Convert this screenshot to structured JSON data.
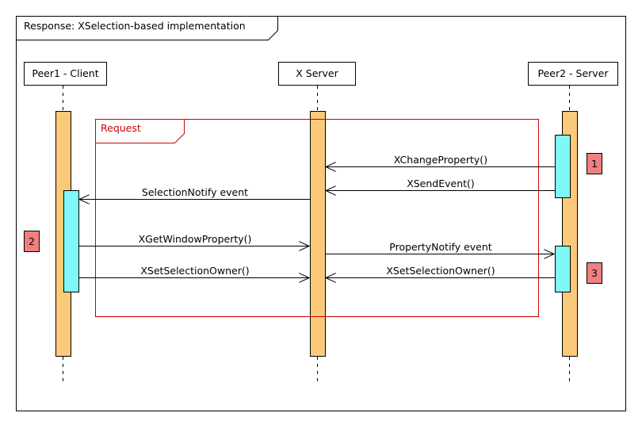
{
  "frame": {
    "title": "Response: XSelection-based implementation"
  },
  "lifelines": [
    {
      "id": "client",
      "label": "Peer1 - Client"
    },
    {
      "id": "xserver",
      "label": "X Server"
    },
    {
      "id": "server",
      "label": "Peer2 - Server"
    }
  ],
  "fragment": {
    "label": "Request"
  },
  "messages": [
    {
      "label": "XChangeProperty()",
      "from": "server",
      "to": "xserver"
    },
    {
      "label": "XSendEvent()",
      "from": "server",
      "to": "xserver"
    },
    {
      "label": "SelectionNotify event",
      "from": "xserver",
      "to": "client"
    },
    {
      "label": "XGetWindowProperty()",
      "from": "client",
      "to": "xserver"
    },
    {
      "label": "PropertyNotify event",
      "from": "xserver",
      "to": "server"
    },
    {
      "label": "XSetSelectionOwner()",
      "from": "client",
      "to": "xserver"
    },
    {
      "label": "XSetSelectionOwner()",
      "from": "server",
      "to": "xserver"
    }
  ],
  "markers": [
    {
      "label": "1"
    },
    {
      "label": "2"
    },
    {
      "label": "3"
    }
  ],
  "colors": {
    "activation": "#fbc97a",
    "activation_inner": "#7ff8f8",
    "fragment": "#cc0000",
    "marker": "#f08080"
  }
}
